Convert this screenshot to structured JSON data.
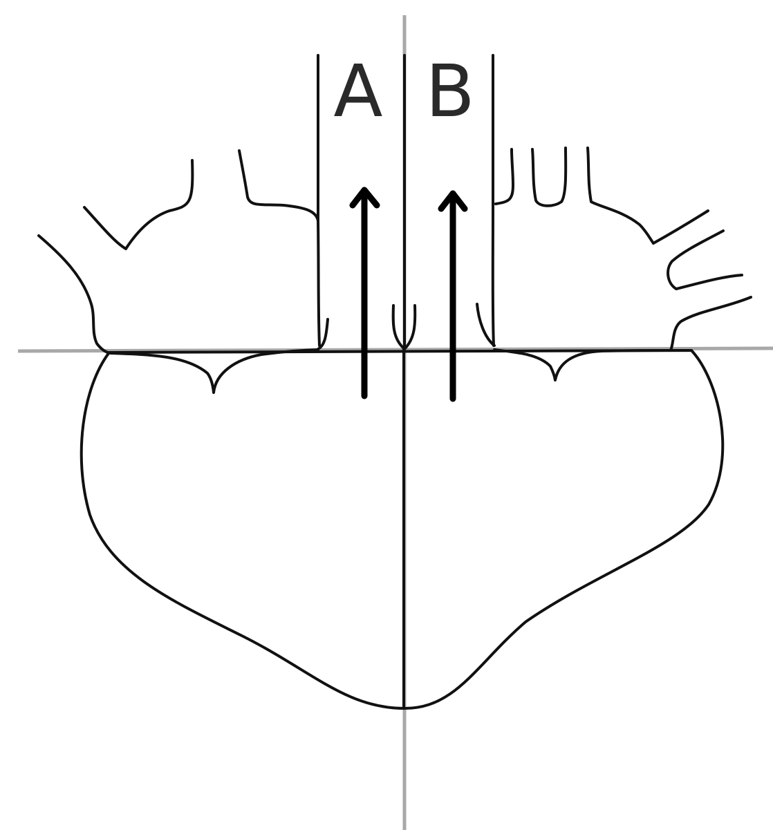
{
  "labels": {
    "channel_a": "A",
    "channel_b": "B"
  },
  "colors": {
    "ink": "#111111",
    "guide": "#a8a8a8",
    "arrow": "#000000",
    "label": "#2a2a2a",
    "background": "#ffffff"
  },
  "arrows": [
    {
      "channel": "A",
      "direction": "up"
    },
    {
      "channel": "B",
      "direction": "up"
    }
  ]
}
